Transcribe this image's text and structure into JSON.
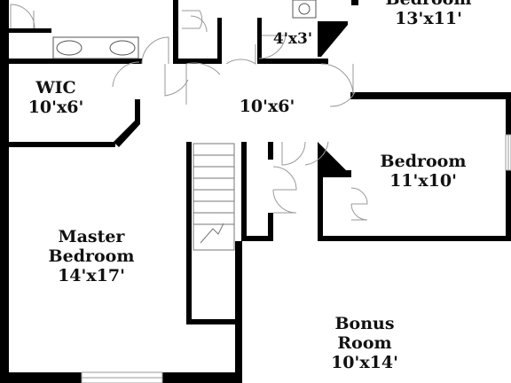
{
  "rooms": {
    "top_bedroom": {
      "name": "Bedroom",
      "size": "13'x11'"
    },
    "closet": {
      "size": "4'x3'"
    },
    "wic": {
      "name": "WIC",
      "size": "10'x6'"
    },
    "hall": {
      "size": "10'x6'"
    },
    "bedroom": {
      "name": "Bedroom",
      "size": "11'x10'"
    },
    "master": {
      "name_line1": "Master",
      "name_line2": "Bedroom",
      "size": "14'x17'"
    },
    "bonus": {
      "name_line1": "Bonus",
      "name_line2": "Room",
      "size": "10'x14'"
    }
  },
  "colors": {
    "wall": "#000000",
    "door_swing": "#9a9a9a",
    "background": "#ffffff"
  }
}
